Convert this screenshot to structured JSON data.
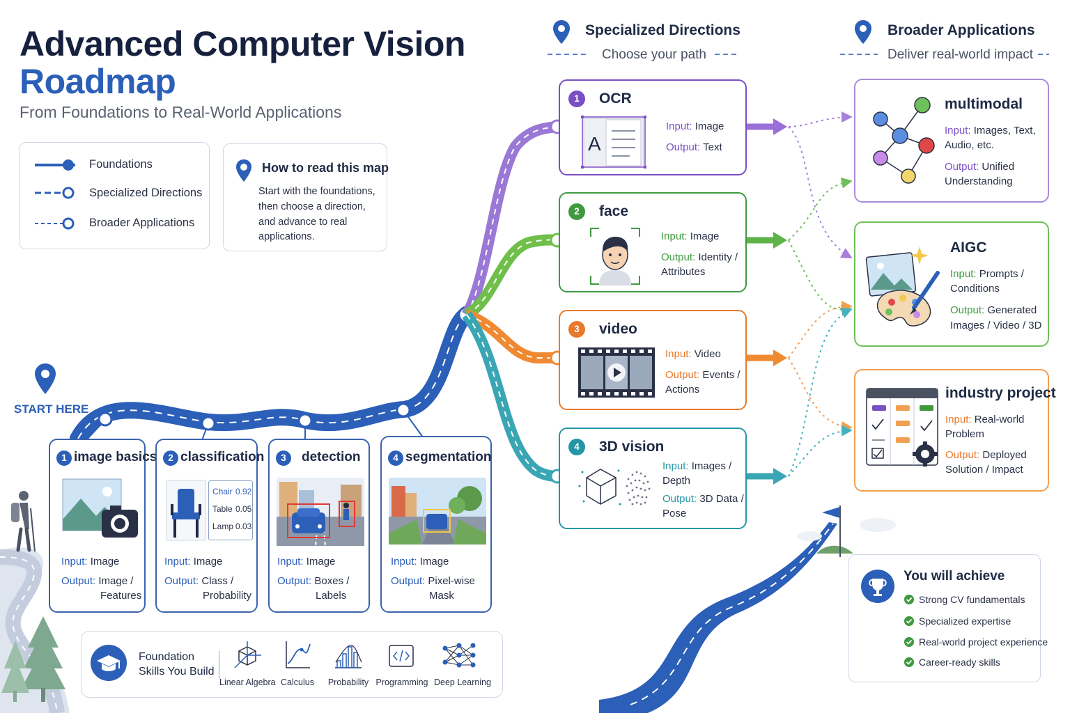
{
  "header": {
    "title_line1": "Advanced Computer Vision",
    "title_line2": "Roadmap",
    "subtitle": "From Foundations to Real-World Applications"
  },
  "legend": {
    "items": [
      {
        "label": "Foundations"
      },
      {
        "label": "Specialized Directions"
      },
      {
        "label": "Broader Applications"
      }
    ]
  },
  "howto": {
    "title": "How to read this map",
    "text": "Start with the foundations, then choose a direction, and advance to real applications."
  },
  "start_label": "START HERE",
  "columns": {
    "specialized": {
      "title": "Specialized Directions",
      "subtitle": "Choose your path"
    },
    "broader": {
      "title": "Broader Applications",
      "subtitle": "Deliver real-world impact"
    }
  },
  "io_labels": {
    "input": "Input:",
    "output": "Output:"
  },
  "foundations": [
    {
      "num": "1",
      "title": "image basics",
      "input": "Image",
      "output_line1": "Image /",
      "output_line2": "Features"
    },
    {
      "num": "2",
      "title": "classification",
      "input": "Image",
      "output_line1": "Class /",
      "output_line2": "Probability",
      "scores": [
        {
          "label": "Chair",
          "value": "0.92"
        },
        {
          "label": "Table",
          "value": "0.05"
        },
        {
          "label": "Lamp",
          "value": "0.03"
        }
      ]
    },
    {
      "num": "3",
      "title": "detection",
      "input": "Image",
      "output_line1": "Boxes /",
      "output_line2": "Labels"
    },
    {
      "num": "4",
      "title": "segmentation",
      "input": "Image",
      "output_line1": "Pixel-wise",
      "output_line2": "Mask"
    }
  ],
  "specialized": [
    {
      "num": "1",
      "title": "OCR",
      "input": "Image",
      "output_line1": "Text",
      "output_line2": "",
      "color": "#7b4fc4"
    },
    {
      "num": "2",
      "title": "face",
      "input": "Image",
      "output_line1": "Identity /",
      "output_line2": "Attributes",
      "color": "#3f9a3f"
    },
    {
      "num": "3",
      "title": "video",
      "input": "Video",
      "output_line1": "Events /",
      "output_line2": "Actions",
      "color": "#e8792a"
    },
    {
      "num": "4",
      "title": "3D vision",
      "input_line1": "Images /",
      "input_line2": "Depth",
      "output_line1": "3D Data /",
      "output_line2": "Pose",
      "color": "#2596a6"
    }
  ],
  "applications": [
    {
      "title": "multimodal",
      "input_line1": "Images, Text,",
      "input_line2": "Audio, etc.",
      "output_line1": "Unified",
      "output_line2": "Understanding",
      "color": "#7b4fc4"
    },
    {
      "title": "AIGC",
      "input_line1": "Prompts /",
      "input_line2": "Conditions",
      "output_line1": "Generated",
      "output_line2": "Images / Video / 3D",
      "color": "#3f9a3f"
    },
    {
      "title": "industry project",
      "input_line1": "Real-world",
      "input_line2": "Problem",
      "output_line1": "Deployed",
      "output_line2": "Solution / Impact",
      "color": "#e8792a"
    }
  ],
  "skills": {
    "title_line1": "Foundation",
    "title_line2": "Skills You Build",
    "items": [
      "Linear Algebra",
      "Calculus",
      "Probability",
      "Programming",
      "Deep Learning"
    ]
  },
  "achieve": {
    "title": "You will achieve",
    "items": [
      "Strong CV fundamentals",
      "Specialized expertise",
      "Real-world project experience",
      "Career-ready skills"
    ]
  },
  "colors": {
    "primary": "#2b5fb8",
    "dark": "#16213e",
    "purple": "#7b4fc4",
    "green": "#3f9a3f",
    "orange": "#e8792a",
    "teal": "#2596a6"
  }
}
